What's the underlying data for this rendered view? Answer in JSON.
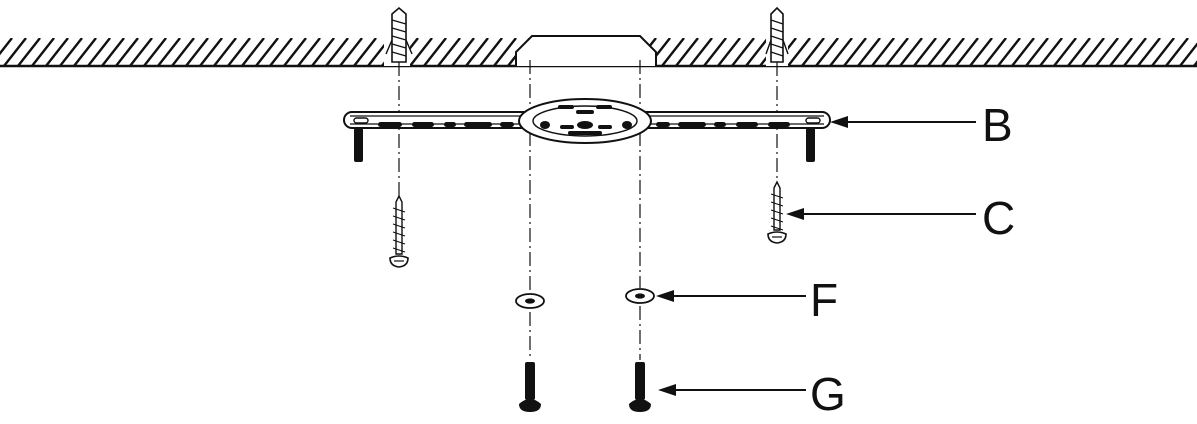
{
  "labels": {
    "b": "B",
    "c": "C",
    "f": "F",
    "g": "G"
  },
  "colors": {
    "ink": "#111111",
    "paper": "#ffffff"
  }
}
